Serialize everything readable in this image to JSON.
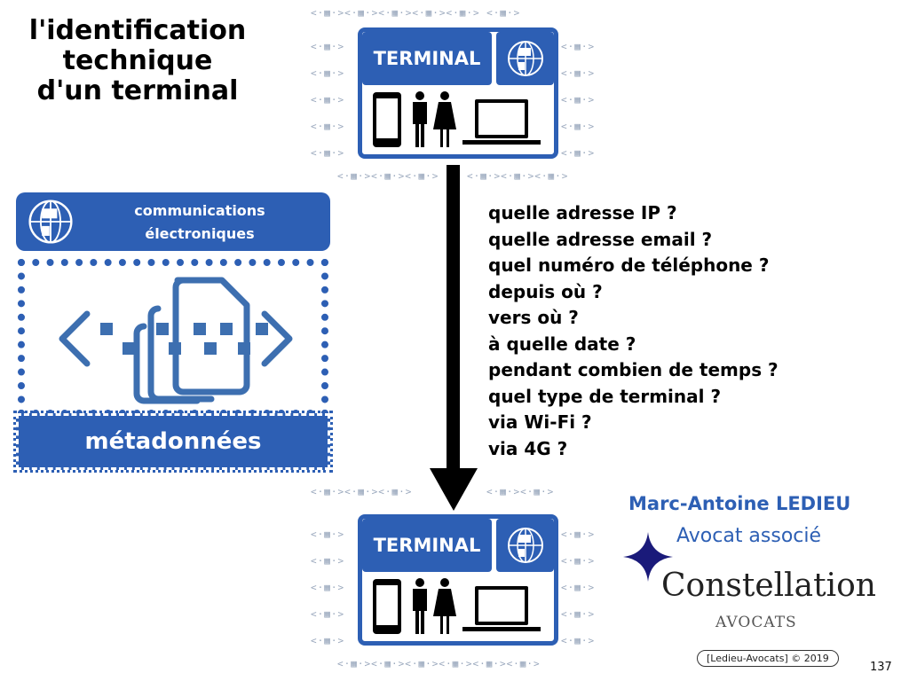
{
  "title": [
    "l'identification",
    "technique",
    "d'un terminal"
  ],
  "terminal": {
    "label": "TERMINAL"
  },
  "communications": {
    "line1": "communications",
    "line2": "électroniques",
    "footer": "métadonnées"
  },
  "questions": [
    "quelle adresse IP ?",
    "quelle adresse email ?",
    "quel numéro de téléphone ?",
    "depuis où ?",
    "vers où ?",
    "à quelle date ?",
    "pendant combien de temps ?",
    "quel type de terminal ?",
    "via Wi-Fi ?",
    "via 4G ?"
  ],
  "author": {
    "name": "Marc-Antoine LEDIEU",
    "role": "Avocat associé",
    "firm": "Constellation",
    "firm_sub": "AVOCATS",
    "copyright": "[Ledieu-Avocats] © 2019"
  },
  "page_number": "137",
  "colors": {
    "accent": "#2d5fb4",
    "star": "#1a1a7a"
  }
}
